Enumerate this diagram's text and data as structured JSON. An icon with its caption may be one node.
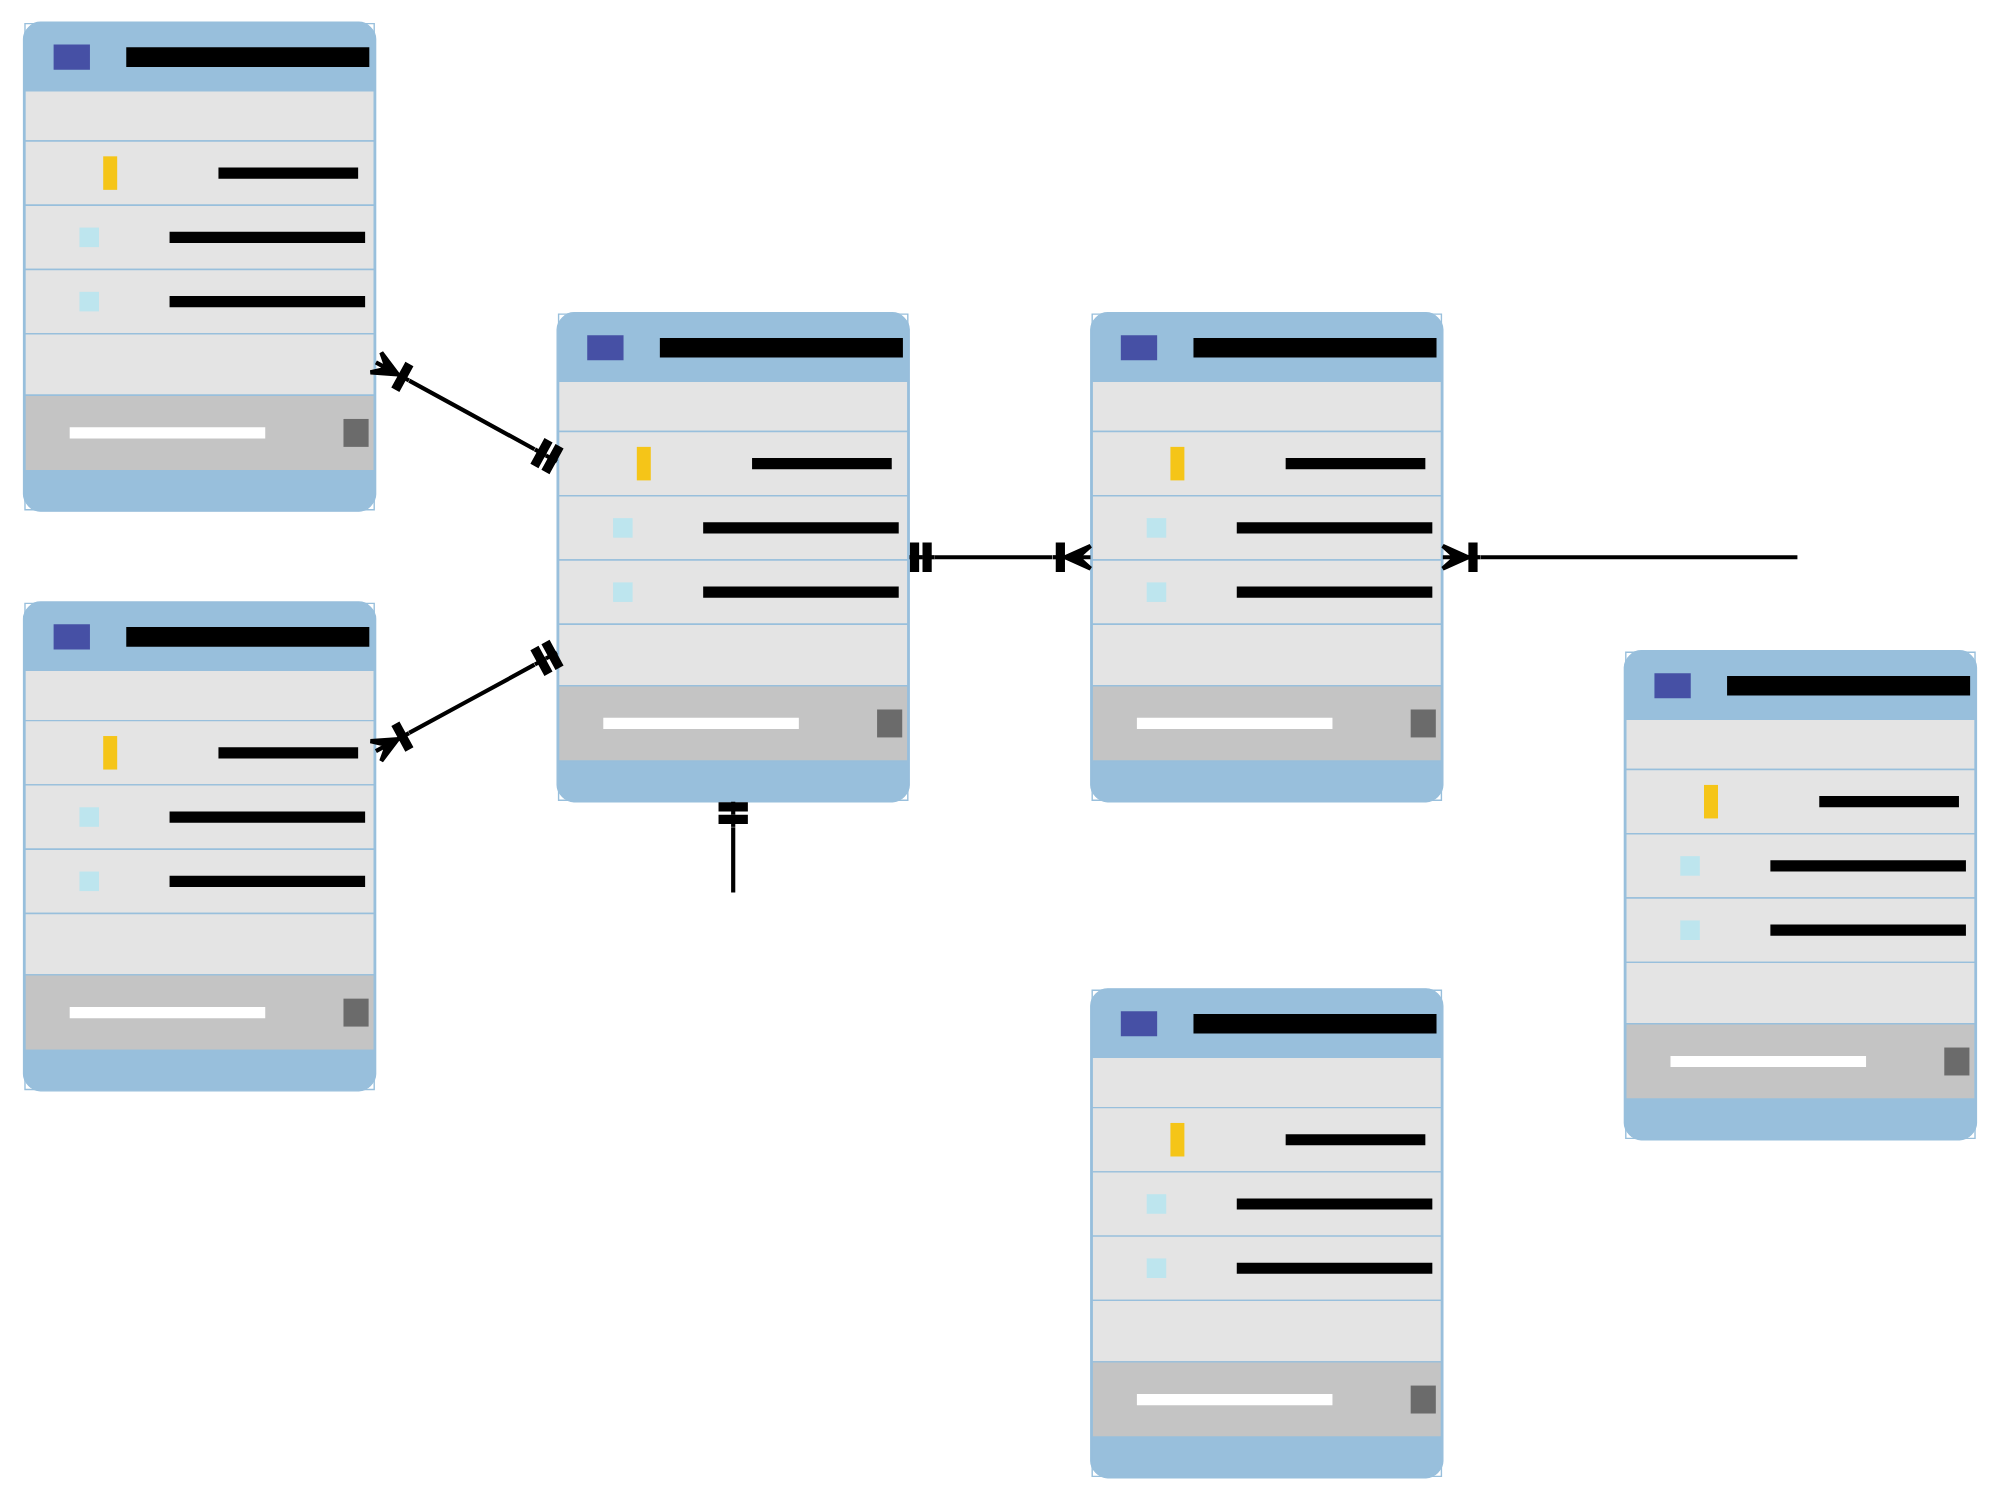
{
  "diagram": {
    "nodes": [
      {
        "text": [],
        "shape": "box"
      },
      {
        "text": [],
        "shape": "box"
      },
      {
        "text": [],
        "shape": "box"
      },
      {
        "text": [],
        "shape": "box"
      },
      {
        "text": [],
        "shape": "box"
      },
      {
        "text": [],
        "shape": "box"
      }
    ],
    "edges": [
      {
        "from": 0,
        "to": 2,
        "arrow": "other"
      },
      {
        "from": 1,
        "to": 2,
        "arrow": "other"
      },
      {
        "from": 2,
        "to": 3,
        "arrow": "other"
      },
      {
        "from": null,
        "to": 3,
        "arrow": "other"
      },
      {
        "from": null,
        "to": 2,
        "arrow": "other"
      }
    ]
  }
}
